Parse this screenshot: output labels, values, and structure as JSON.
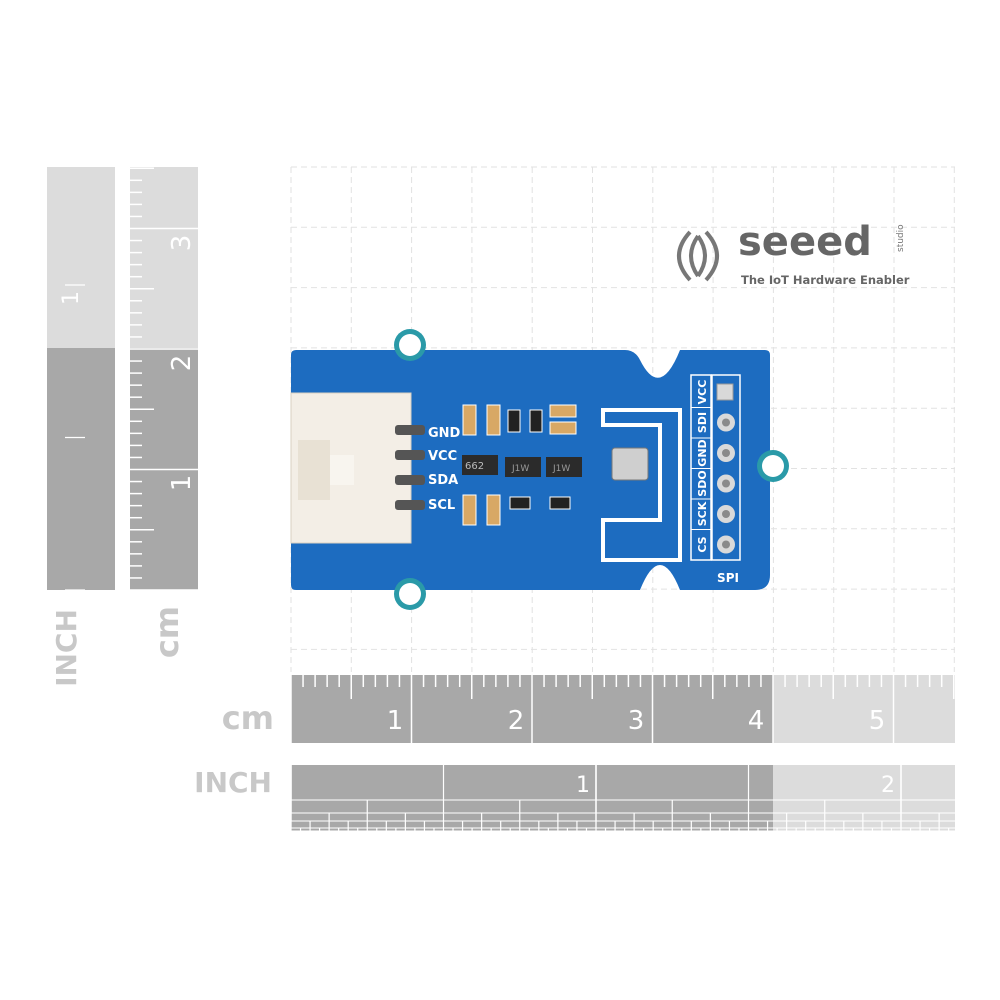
{
  "logo": {
    "brand": "seeed",
    "sub": "studio",
    "tagline": "The IoT Hardware Enabler"
  },
  "rulers": {
    "vertical_inch": {
      "unit_label": "INCH",
      "numbers": [
        "1",
        "1"
      ]
    },
    "vertical_cm": {
      "unit_label": "cm",
      "numbers": [
        "3",
        "2",
        "1"
      ]
    },
    "horizontal_cm": {
      "unit_label": "cm",
      "numbers": [
        "1",
        "2",
        "3",
        "4",
        "5"
      ]
    },
    "horizontal_inch": {
      "unit_label": "INCH",
      "numbers": [
        "1",
        "2"
      ]
    }
  },
  "board": {
    "grove_pins": [
      "GND",
      "VCC",
      "SDA",
      "SCL"
    ],
    "spi_pins": [
      "VCC",
      "SDI",
      "GND",
      "SDO",
      "SCK",
      "CS"
    ],
    "spi_label": "SPI",
    "chip_markings": [
      "662",
      "J1W",
      "J1W"
    ],
    "colors": {
      "pcb": "#1d6cc0",
      "silkscreen": "#ffffff",
      "connector": "#f3eee6"
    }
  },
  "colors": {
    "ruler_dark": "#a8a8a8",
    "ruler_light": "#dcdcdc",
    "grid": "#e4e4e4"
  }
}
